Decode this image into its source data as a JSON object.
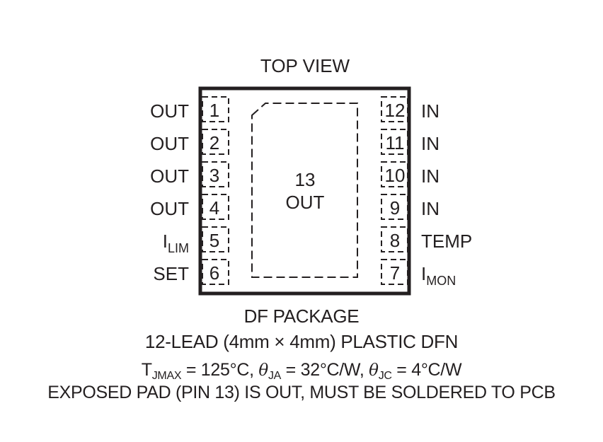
{
  "header": {
    "title": "TOP VIEW"
  },
  "pins_left": [
    {
      "number": "1",
      "name": "OUT",
      "sub": ""
    },
    {
      "number": "2",
      "name": "OUT",
      "sub": ""
    },
    {
      "number": "3",
      "name": "OUT",
      "sub": ""
    },
    {
      "number": "4",
      "name": "OUT",
      "sub": ""
    },
    {
      "number": "5",
      "name": "I",
      "sub": "LIM"
    },
    {
      "number": "6",
      "name": "SET",
      "sub": ""
    }
  ],
  "pins_right": [
    {
      "number": "12",
      "name": "IN",
      "sub": ""
    },
    {
      "number": "11",
      "name": "IN",
      "sub": ""
    },
    {
      "number": "10",
      "name": "IN",
      "sub": ""
    },
    {
      "number": "9",
      "name": "IN",
      "sub": ""
    },
    {
      "number": "8",
      "name": "TEMP",
      "sub": ""
    },
    {
      "number": "7",
      "name": "I",
      "sub": "MON"
    }
  ],
  "exposed_pad": {
    "number": "13",
    "name": "OUT"
  },
  "caption": {
    "package": "DF PACKAGE",
    "lead": "12-LEAD (4mm × 4mm) PLASTIC DFN",
    "thermal": {
      "t": "T",
      "t_sub": "JMAX",
      "t_val": " = 125°C, ",
      "theta": "θ",
      "ja_sub": "JA",
      "ja_val": " = 32°C/W, ",
      "jc_sub": "JC",
      "jc_val": " = 4°C/W"
    },
    "note": "EXPOSED PAD (PIN 13) IS OUT, MUST BE SOLDERED TO PCB"
  },
  "colors": {
    "ink": "#231f20",
    "background": "#ffffff"
  }
}
